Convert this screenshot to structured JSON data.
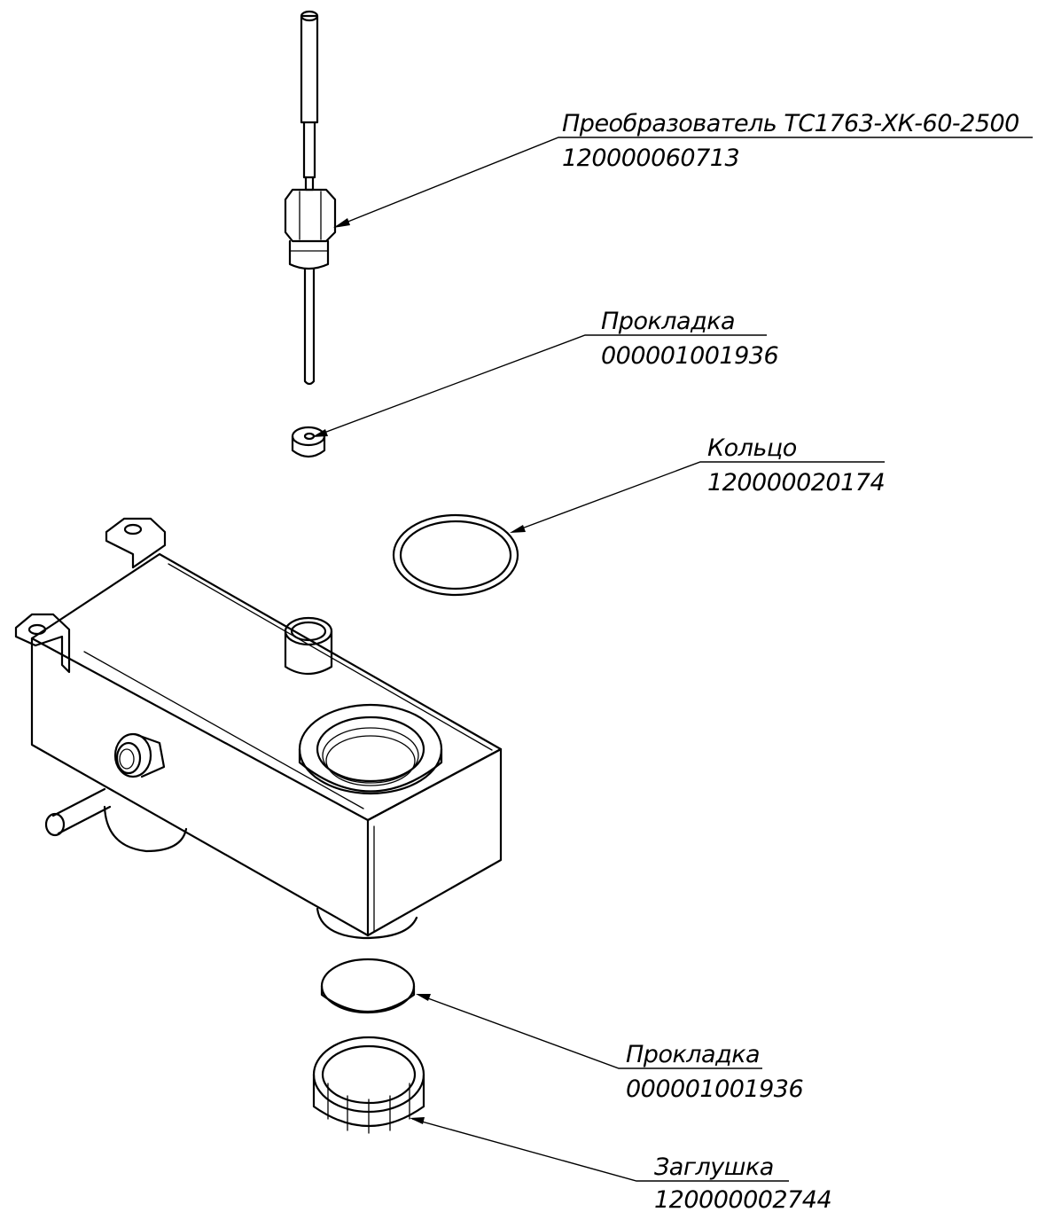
{
  "callouts": [
    {
      "id": "sensor",
      "name": "Преобразователь ТС1763-ХК-60-2500",
      "code": "120000060713"
    },
    {
      "id": "gasket_top",
      "name": "Прокладка",
      "code": "000001001936"
    },
    {
      "id": "ring",
      "name": "Кольцо",
      "code": "120000020174"
    },
    {
      "id": "gasket_bottom",
      "name": "Прокладка",
      "code": "000001001936"
    },
    {
      "id": "plug",
      "name": "Заглушка",
      "code": "120000002744"
    }
  ]
}
